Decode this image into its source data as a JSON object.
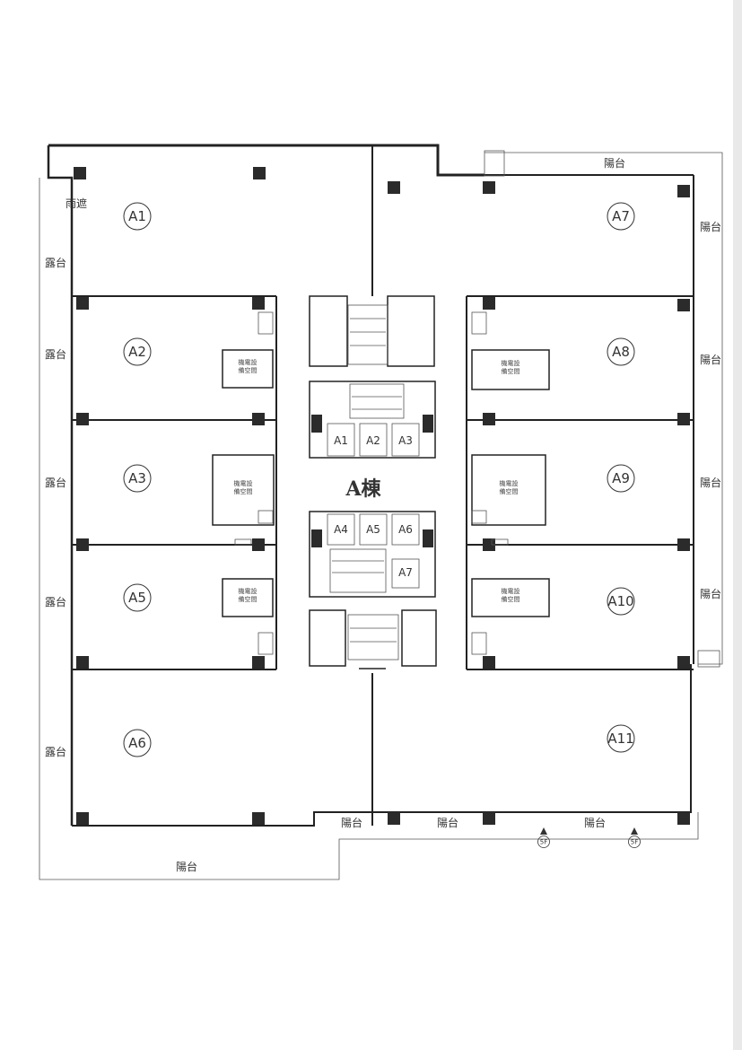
{
  "building": {
    "name": "A棟"
  },
  "units": [
    "A1",
    "A2",
    "A3",
    "A4",
    "A5",
    "A6",
    "A7",
    "A8",
    "A9",
    "A10",
    "A11"
  ],
  "elevators": [
    "A1",
    "A2",
    "A3",
    "A4",
    "A5",
    "A6",
    "A7"
  ],
  "labels": {
    "balcony": "陽台",
    "terrace": "露台",
    "canopy": "雨遮",
    "mech": [
      "機電設",
      "備空間"
    ],
    "floor_marker": "5F"
  },
  "colors": {
    "line": "#222222",
    "column": "#2b2b2b",
    "edge": "#e9e9e9"
  }
}
